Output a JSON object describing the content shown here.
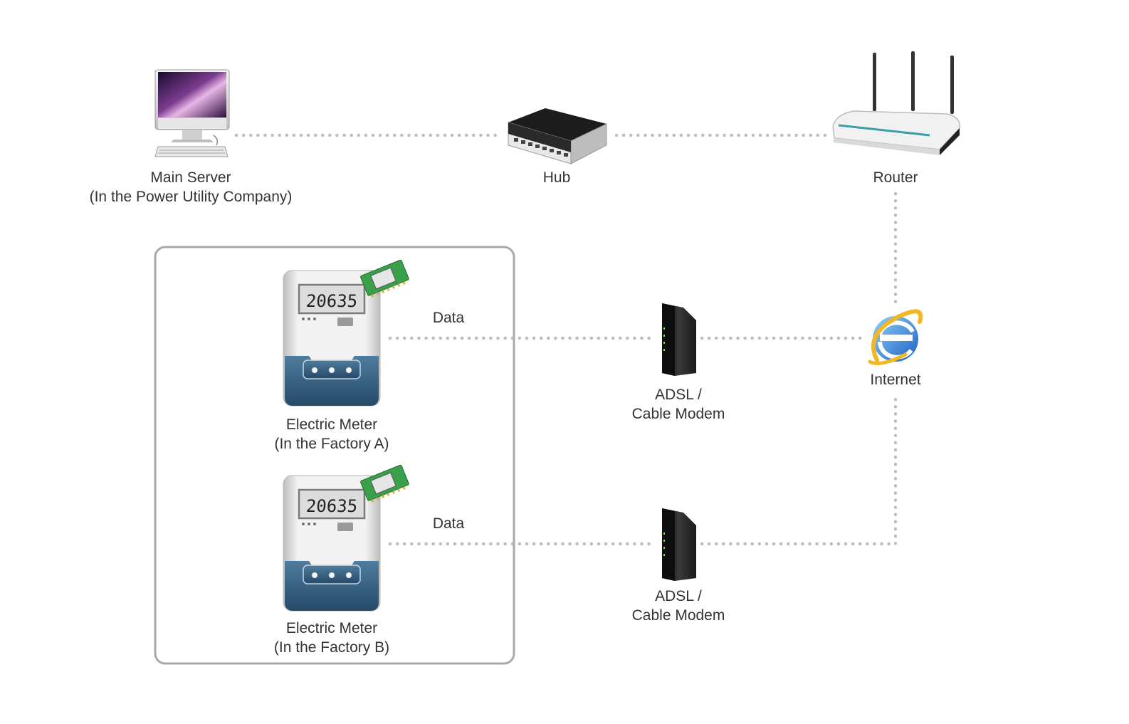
{
  "nodes": {
    "main_server": {
      "line1": "Main Server",
      "line2": "(In the Power Utility Company)",
      "icon": "imac-computer-icon"
    },
    "hub": {
      "line1": "Hub",
      "icon": "network-hub-icon"
    },
    "router": {
      "line1": "Router",
      "icon": "wireless-router-icon"
    },
    "internet": {
      "line1": "Internet",
      "icon": "internet-explorer-icon"
    },
    "modem_a": {
      "line1": "ADSL /",
      "line2": "Cable Modem",
      "icon": "modem-icon"
    },
    "modem_b": {
      "line1": "ADSL /",
      "line2": "Cable Modem",
      "icon": "modem-icon"
    },
    "meter_a": {
      "line1": "Electric Meter",
      "line2": "(In the Factory A)",
      "display": "20635",
      "icon": "electric-meter-icon"
    },
    "meter_b": {
      "line1": "Electric Meter",
      "line2": "(In the Factory B)",
      "display": "20635",
      "icon": "electric-meter-icon"
    }
  },
  "edges": {
    "data_a": "Data",
    "data_b": "Data"
  },
  "colors": {
    "connector": "#bdbdbd",
    "group_border": "#a8a8a8",
    "meter_blue": "#2f5a7a",
    "chip_green": "#3aa14a"
  }
}
